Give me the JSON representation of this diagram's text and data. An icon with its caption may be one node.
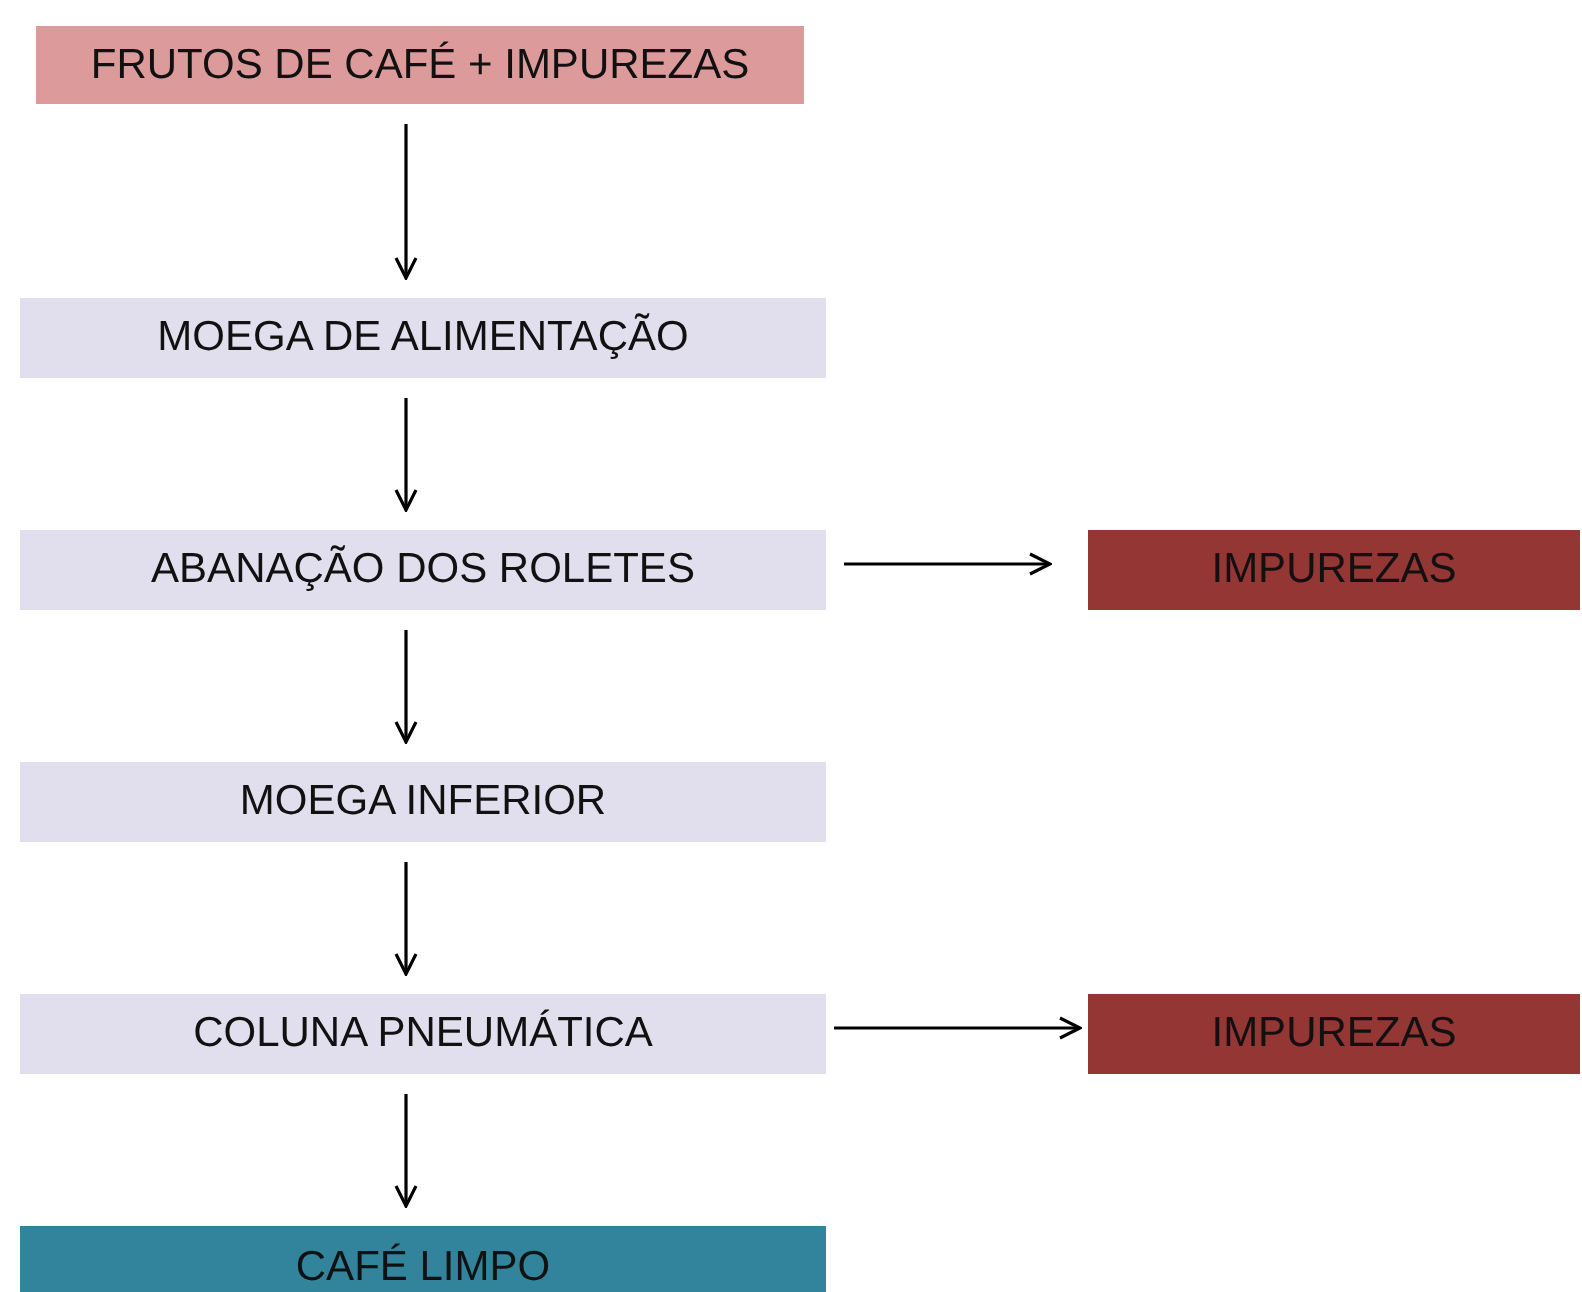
{
  "diagram": {
    "nodes": [
      {
        "text": [
          "FRUTOS DE CAFÉ + IMPUREZAS"
        ]
      },
      {
        "text": [
          "MOEGA DE ALIMENTAÇÃO"
        ]
      },
      {
        "text": [
          "ABANAÇÃO DOS ROLETES"
        ]
      },
      {
        "text": [
          "IMPUREZAS"
        ]
      },
      {
        "text": [
          "MOEGA INFERIOR"
        ]
      },
      {
        "text": [
          "COLUNA PNEUMÁTICA"
        ]
      },
      {
        "text": [
          "IMPUREZAS"
        ]
      },
      {
        "text": [
          "CAFÉ LIMPO"
        ]
      }
    ],
    "edges": [
      {
        "from": 0,
        "to": 1,
        "arrow": "to"
      },
      {
        "from": 1,
        "to": 2,
        "arrow": "to"
      },
      {
        "from": 2,
        "to": 3,
        "arrow": "to"
      },
      {
        "from": 2,
        "to": 4,
        "arrow": "to"
      },
      {
        "from": 4,
        "to": 5,
        "arrow": "to"
      },
      {
        "from": 5,
        "to": 6,
        "arrow": "to"
      },
      {
        "from": 5,
        "to": 7,
        "arrow": "to"
      }
    ]
  }
}
